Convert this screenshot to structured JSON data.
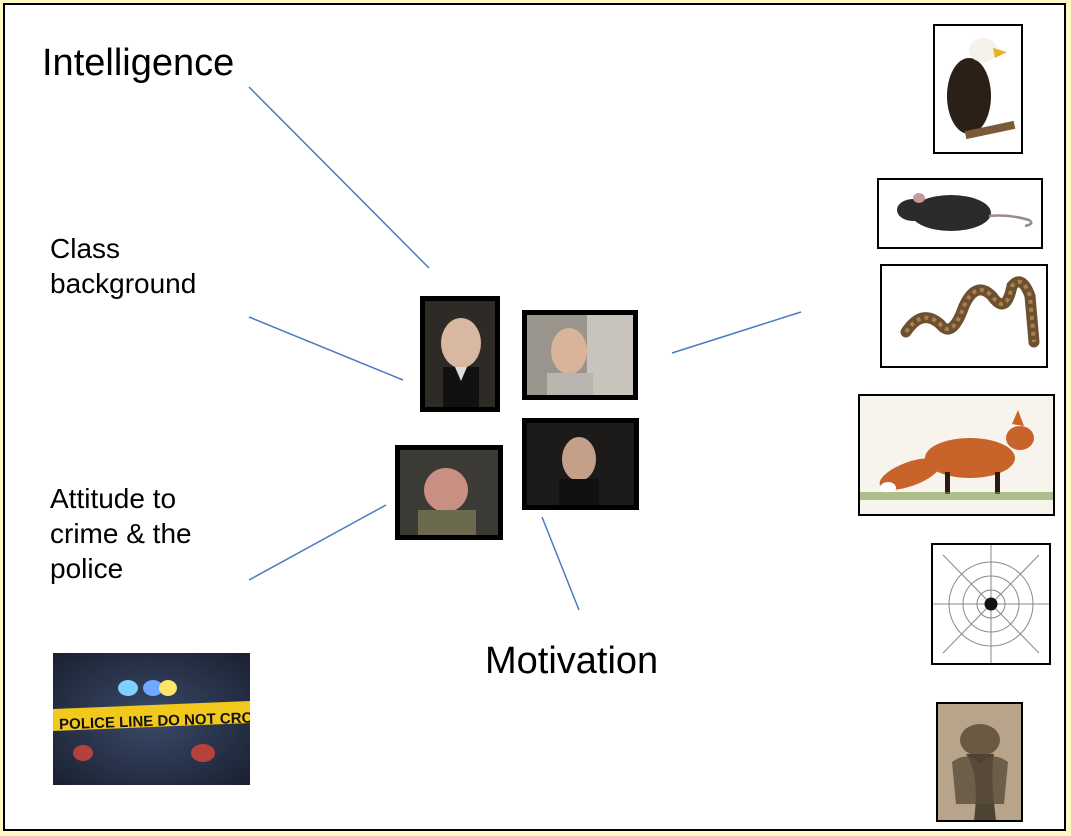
{
  "labels": {
    "intelligence": "Intelligence",
    "class_background": "Class\nbackground",
    "attitude": "Attitude to\ncrime & the\npolice",
    "motivation": "Motivation"
  },
  "police_tape_text": "POLICE LINE DO NOT CROSS",
  "colors": {
    "page_background": "#fff9c4",
    "connector_line": "#4a7bbf",
    "tape_yellow": "#f2c81c"
  },
  "icons": [
    "eagle-image",
    "rat-image",
    "snake-image",
    "fox-image",
    "spider-web-image",
    "cobra-image",
    "police-tape-image",
    "portrait-1",
    "portrait-2",
    "portrait-3",
    "portrait-4"
  ]
}
